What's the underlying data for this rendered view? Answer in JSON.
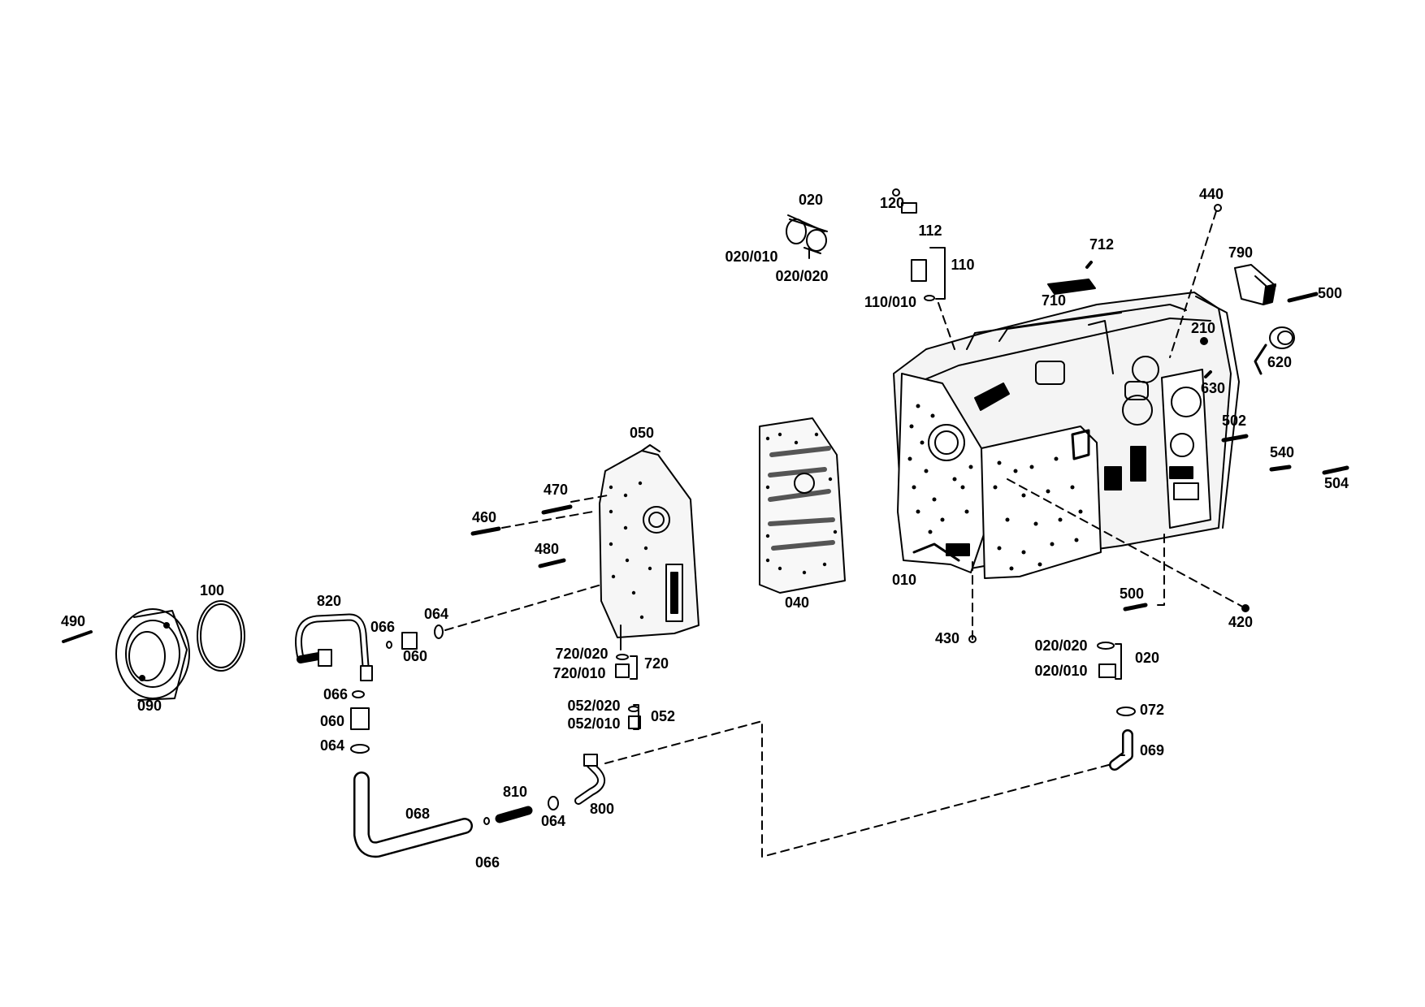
{
  "labels": {
    "p010": "010",
    "p020_top": "020",
    "p020_010_top": "020/010",
    "p020_020_top": "020/020",
    "p020_right": "020",
    "p020_020_right": "020/020",
    "p020_010_right": "020/010",
    "p040": "040",
    "p050": "050",
    "p052": "052",
    "p052_020": "052/020",
    "p052_010": "052/010",
    "p060_a": "060",
    "p060_b": "060",
    "p064_a": "064",
    "p064_b": "064",
    "p064_c": "064",
    "p066_a": "066",
    "p066_b": "066",
    "p066_c": "066",
    "p068": "068",
    "p069": "069",
    "p072": "072",
    "p090": "090",
    "p100": "100",
    "p110": "110",
    "p110_010": "110/010",
    "p112": "112",
    "p120": "120",
    "p210": "210",
    "p420": "420",
    "p430": "430",
    "p440": "440",
    "p460": "460",
    "p470": "470",
    "p480": "480",
    "p490": "490",
    "p500_a": "500",
    "p500_b": "500",
    "p502": "502",
    "p504": "504",
    "p540": "540",
    "p620": "620",
    "p630": "630",
    "p710": "710",
    "p712": "712",
    "p720": "720",
    "p720_020": "720/020",
    "p720_010": "720/010",
    "p790": "790",
    "p800": "800",
    "p810": "810",
    "p820": "820"
  }
}
